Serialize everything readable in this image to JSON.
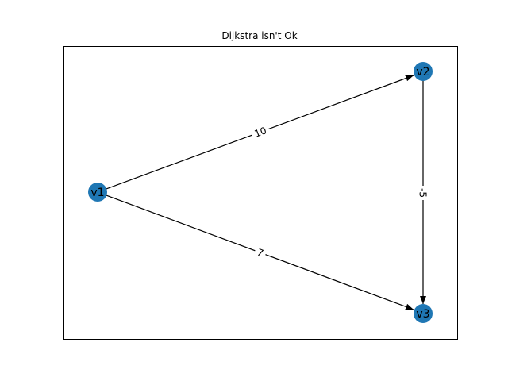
{
  "title": "Dijkstra isn't  Ok",
  "colors": {
    "node_fill": "#1f77b4",
    "edge": "#000000",
    "frame": "#000000",
    "background": "#ffffff"
  },
  "nodes": [
    {
      "id": "v1",
      "label": "v1"
    },
    {
      "id": "v2",
      "label": "v2"
    },
    {
      "id": "v3",
      "label": "v3"
    }
  ],
  "edges": [
    {
      "from": "v1",
      "to": "v2",
      "weight": "10"
    },
    {
      "from": "v1",
      "to": "v3",
      "weight": "7"
    },
    {
      "from": "v2",
      "to": "v3",
      "weight": "-5"
    }
  ]
}
